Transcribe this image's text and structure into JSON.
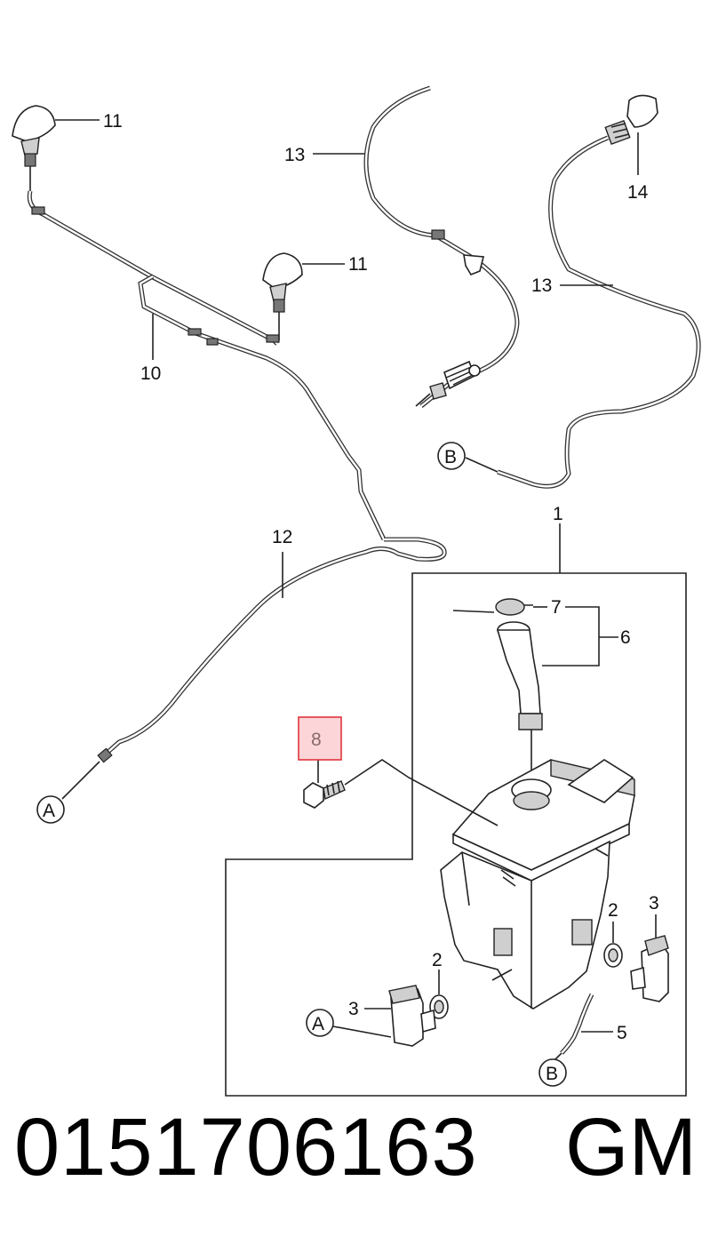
{
  "diagram": {
    "callouts": {
      "c1": "1",
      "c2a": "2",
      "c2b": "2",
      "c3a": "3",
      "c3b": "3",
      "c5": "5",
      "c6": "6",
      "c7": "7",
      "c8": "8",
      "c10": "10",
      "c11a": "11",
      "c11b": "11",
      "c12": "12",
      "c13a": "13",
      "c13b": "13",
      "c14": "14"
    },
    "connectors": {
      "a_top": "A",
      "a_bottom": "A",
      "b_top": "B",
      "b_bottom": "B"
    },
    "colors": {
      "highlight_border": "#e0353d",
      "highlight_fill": "#fbd5d7",
      "highlight_text": "#8a6a6a"
    }
  },
  "footer": {
    "part_number": "0151706163",
    "brand": "GM"
  }
}
